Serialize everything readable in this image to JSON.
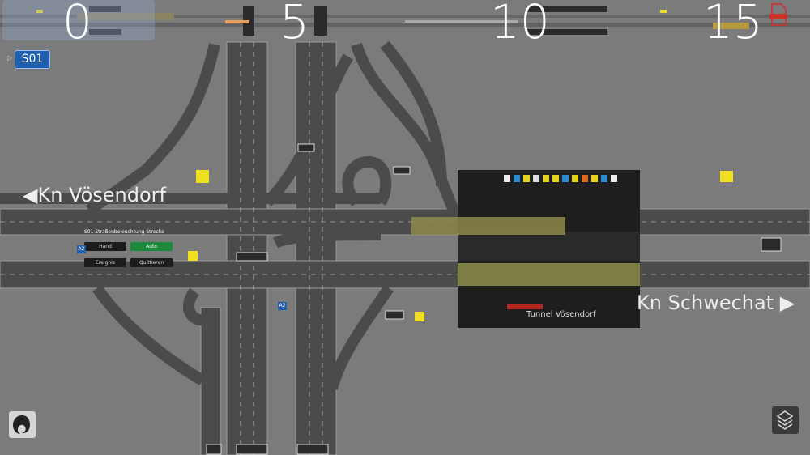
{
  "timeline": {
    "km_marks": [
      "0",
      "5",
      "10",
      "15"
    ]
  },
  "section_badge": "S01",
  "places": {
    "left": "Kn Vösendorf",
    "right": "Kn Schwechat"
  },
  "tunnel": {
    "name": "Tunnel Vösendorf"
  },
  "lighting_panel": {
    "title": "S01 Straßenbeleuchtung Strecke",
    "buttons": [
      {
        "label": "Hand",
        "active": false
      },
      {
        "label": "Auto",
        "active": true
      },
      {
        "label": "Ereignis",
        "active": false
      },
      {
        "label": "Quittieren",
        "active": false
      }
    ]
  },
  "road_shields": [
    "A2",
    "A2"
  ],
  "icons": {
    "logo": "app-logo-icon",
    "layers": "layers-icon",
    "pdf": "pdf-export-icon"
  },
  "colors": {
    "background": "#7b7b7b",
    "road": "#4b4b4b",
    "tunnel": "#1e1e1e",
    "tunnel_tube": "#8d8f4a",
    "badge": "#1f5fae",
    "active": "#1b8a3a"
  }
}
